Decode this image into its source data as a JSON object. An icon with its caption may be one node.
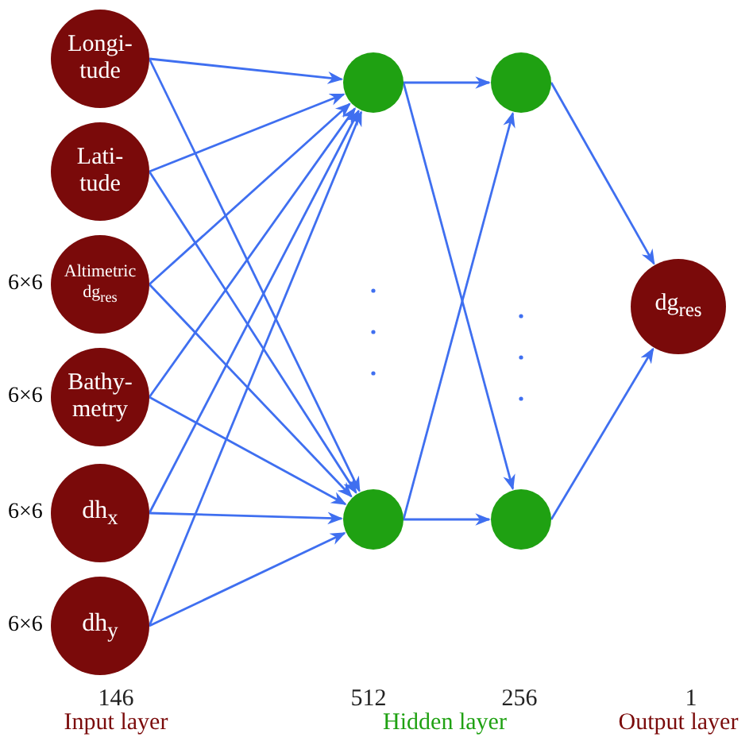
{
  "diagram": {
    "nodes": [
      {
        "text": [
          "Longi- tude"
        ]
      },
      {
        "text": [
          "Lati- tude"
        ]
      },
      {
        "text": [
          "Altimetric dg$_{res}$"
        ],
        "beside": [
          "6×6"
        ]
      },
      {
        "text": [
          "Bathy- metry"
        ],
        "beside": [
          "6×6"
        ]
      },
      {
        "text": [
          "dh$_{x}$"
        ],
        "beside": [
          "6×6"
        ]
      },
      {
        "text": [
          "dh$_{y}$"
        ],
        "beside": [
          "6×6"
        ]
      },
      {
        "text": [],
        "shape": "circle"
      },
      {
        "text": [],
        "shape": "circle"
      },
      {
        "text": [],
        "shape": "circle"
      },
      {
        "text": [],
        "shape": "circle"
      },
      {
        "text": [
          "dg$_{res}$"
        ]
      }
    ],
    "edges": [
      {
        "from": 0,
        "to": 6,
        "arrow": "to"
      },
      {
        "from": 0,
        "to": 7,
        "arrow": "to"
      },
      {
        "from": 1,
        "to": 6,
        "arrow": "to"
      },
      {
        "from": 1,
        "to": 7,
        "arrow": "to"
      },
      {
        "from": 2,
        "to": 6,
        "arrow": "to"
      },
      {
        "from": 2,
        "to": 7,
        "arrow": "to"
      },
      {
        "from": 3,
        "to": 6,
        "arrow": "to"
      },
      {
        "from": 3,
        "to": 7,
        "arrow": "to"
      },
      {
        "from": 4,
        "to": 6,
        "arrow": "to"
      },
      {
        "from": 4,
        "to": 7,
        "arrow": "to"
      },
      {
        "from": 5,
        "to": 6,
        "arrow": "to"
      },
      {
        "from": 5,
        "to": 7,
        "arrow": "to"
      },
      {
        "from": 6,
        "to": 8,
        "arrow": "to"
      },
      {
        "from": 6,
        "to": 9,
        "arrow": "to"
      },
      {
        "from": 7,
        "to": 8,
        "arrow": "to"
      },
      {
        "from": 7,
        "to": 9,
        "arrow": "to"
      },
      {
        "from": 8,
        "to": 10,
        "arrow": "to"
      },
      {
        "from": 9,
        "to": 10,
        "arrow": "to"
      }
    ],
    "labels": [
      "146",
      "Input layer",
      "512",
      "Hidden layer",
      "256",
      "1",
      "Output layer"
    ]
  }
}
